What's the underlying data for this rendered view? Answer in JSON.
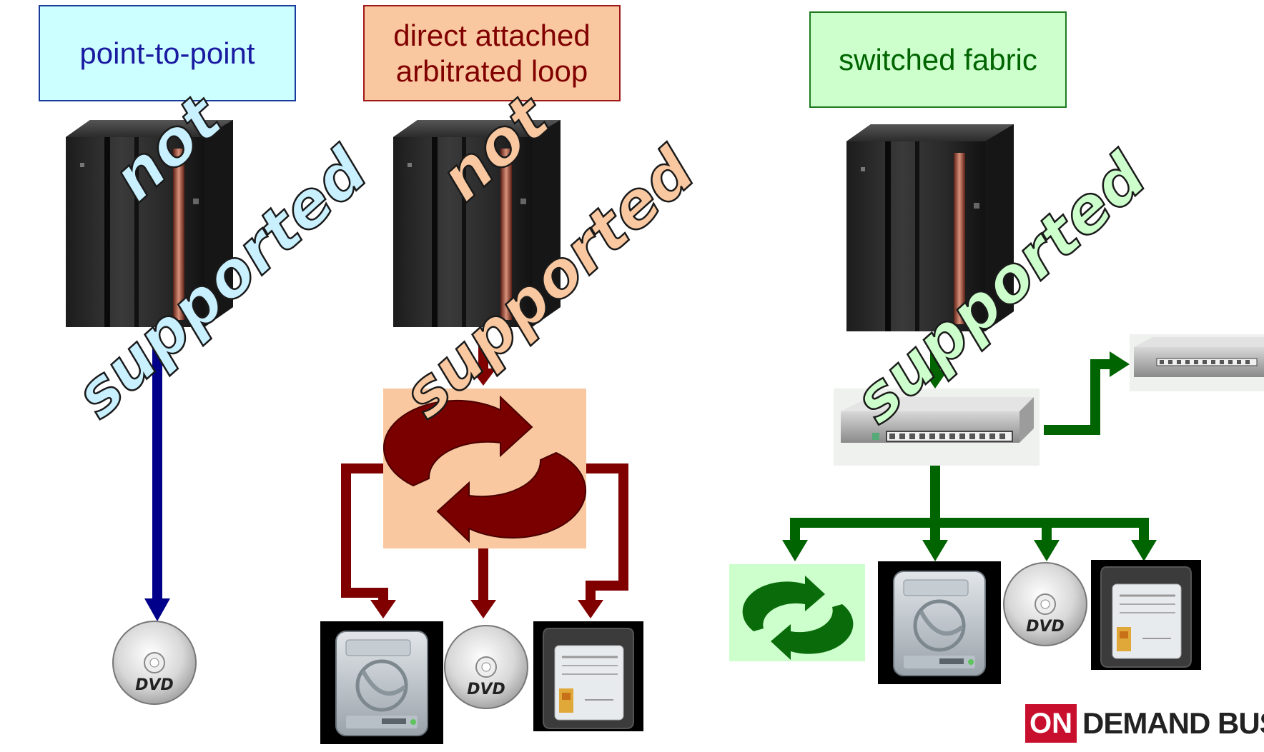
{
  "labels": {
    "point_to_point": "point-to-point",
    "loop_line1": "direct attached",
    "loop_line2": "arbitrated loop",
    "fabric": "switched fabric"
  },
  "stamps": {
    "p2p_word1": "not",
    "p2p_word2": "supported",
    "loop_word1": "not",
    "loop_word2": "supported",
    "fabric_word": "supported"
  },
  "dvd_text": "DVD",
  "brand": {
    "on": "ON",
    "text": "DEMAND BUSINESS"
  },
  "colors": {
    "p2p": "#00008b",
    "loop": "#800000",
    "fabric": "#006400",
    "loop_bg": "#f9c8a0",
    "fabric_bg": "#ccffcc"
  },
  "icons": [
    "mainframe-icon",
    "switch-icon",
    "loop-arrows-icon",
    "hard-disk-icon",
    "dvd-disc-icon",
    "tape-cartridge-icon"
  ]
}
